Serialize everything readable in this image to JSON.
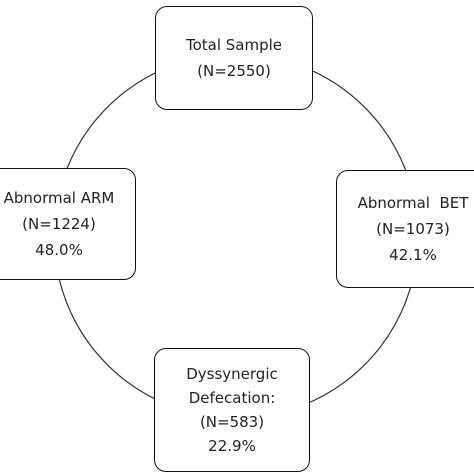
{
  "diagram": {
    "nodes": {
      "top": {
        "lines": [
          "Total Sample",
          "(N=2550)"
        ]
      },
      "left": {
        "lines": [
          "Abnormal ARM",
          "(N=1224)",
          "48.0%"
        ]
      },
      "right": {
        "lines": [
          "Abnormal  BET",
          "(N=1073)",
          "42.1%"
        ]
      },
      "bottom": {
        "lines": [
          "Dyssynergic",
          "Defecation:",
          "(N=583)",
          "22.9%"
        ]
      }
    },
    "connector": "circle",
    "colors": {
      "stroke": "#111111",
      "text": "#222222",
      "background": "#ffffff"
    }
  }
}
